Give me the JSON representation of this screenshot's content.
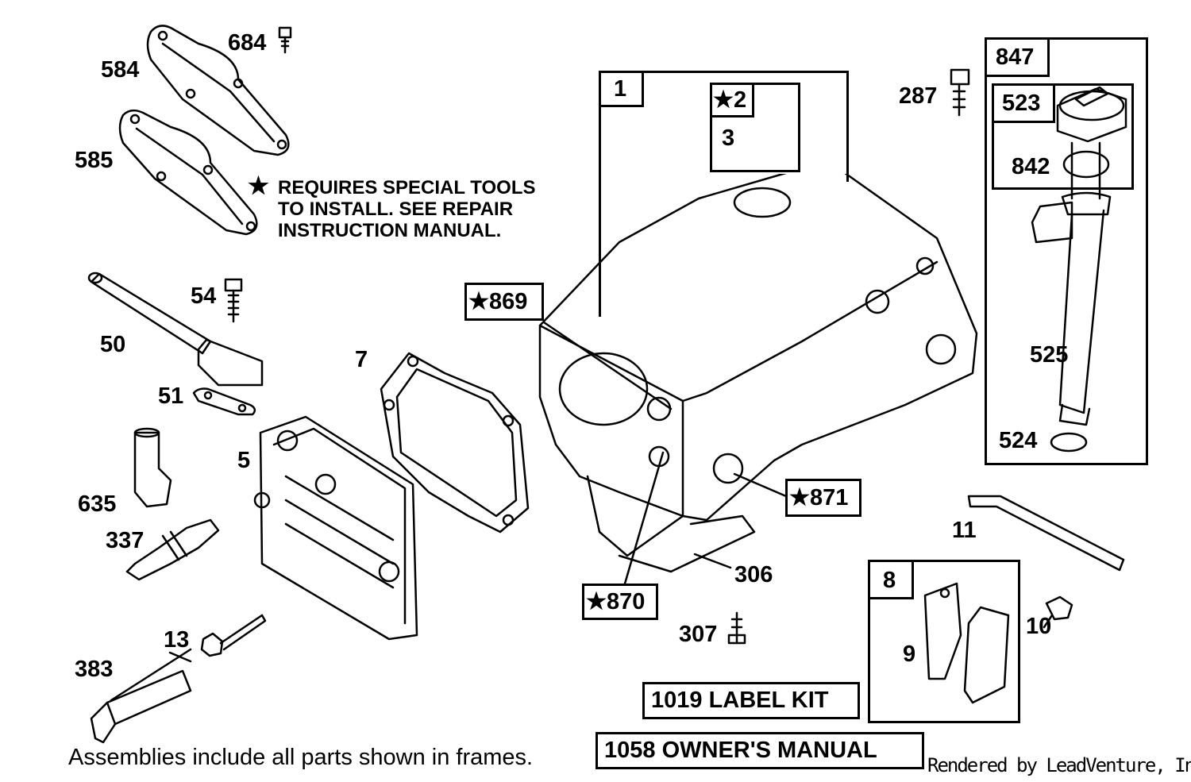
{
  "parts": {
    "p684": "684",
    "p584": "584",
    "p585": "585",
    "p54": "54",
    "p50": "50",
    "p51": "51",
    "p7": "7",
    "p5": "5",
    "p635": "635",
    "p337": "337",
    "p13": "13",
    "p383": "383",
    "p1": "1",
    "p2": "★2",
    "p3": "3",
    "p869": "★869",
    "p871": "★871",
    "p870": "★870",
    "p306": "306",
    "p307": "307",
    "p287": "287",
    "p847": "847",
    "p523": "523",
    "p842": "842",
    "p525": "525",
    "p524": "524",
    "p11": "11",
    "p8": "8",
    "p9": "9",
    "p10": "10"
  },
  "note": {
    "star": "★",
    "line1": "REQUIRES SPECIAL TOOLS",
    "line2": "TO INSTALL.  SEE REPAIR",
    "line3": "INSTRUCTION MANUAL."
  },
  "kits": {
    "label_kit": "1019 LABEL KIT",
    "owners_manual": "1058 OWNER'S MANUAL"
  },
  "footer": "Assemblies include all parts shown in frames.",
  "credit": "Rendered by LeadVenture, Inc."
}
